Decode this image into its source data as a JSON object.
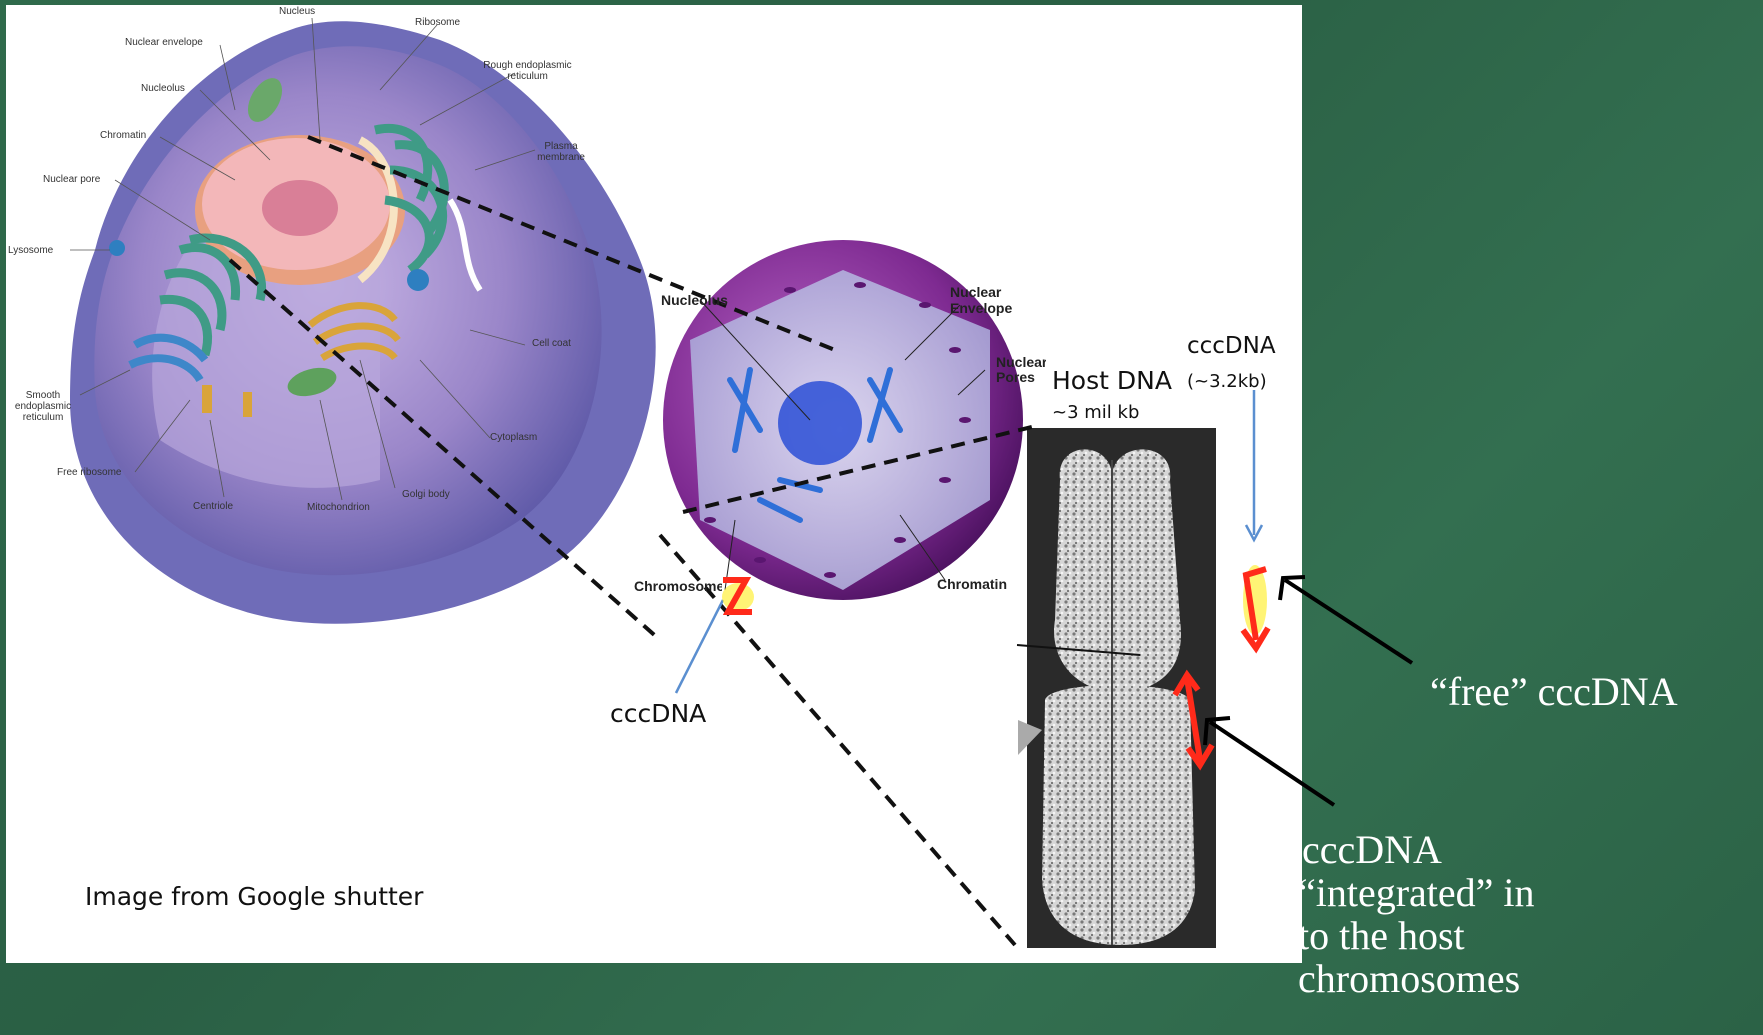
{
  "cell_labels": {
    "nucleus": "Nucleus",
    "ribosome": "Ribosome",
    "nuclear_envelope": "Nuclear envelope",
    "rough_er": "Rough endoplasmic reticulum",
    "nucleolus": "Nucleolus",
    "chromatin": "Chromatin",
    "plasma_membrane": "Plasma membrane",
    "nuclear_pore": "Nuclear pore",
    "lysosome": "Lysosome",
    "cell_coat": "Cell coat",
    "smooth_er": "Smooth endoplasmic reticulum",
    "cytoplasm": "Cytoplasm",
    "free_ribosome": "Free ribosome",
    "golgi_body": "Golgi body",
    "centriole": "Centriole",
    "mitochondrion": "Mitochondrion"
  },
  "nucleus_labels": {
    "nucleolus": "Nucleolus",
    "nuclear_envelope": "Nuclear Envelope",
    "nuclear_pores": "Nuclear Pores",
    "chromosome": "Chromosome",
    "chromatin": "Chromatin"
  },
  "annotations": {
    "cccdna_top": "cccDNA",
    "cccdna_size": "(~3.2kb)",
    "host_dna": "Host DNA",
    "host_dna_size": "~3 mil kb",
    "cccdna_left": "cccDNA",
    "credit": "Image from Google shutter"
  },
  "callouts": {
    "free_cccdna": "“free” cccDNA",
    "integrated_line1": "cccDNA",
    "integrated_line2": "“integrated” in",
    "integrated_line3": "to the host",
    "integrated_line4": "chromosomes"
  },
  "colors": {
    "background": "#2f6a4b",
    "panel": "#ffffff",
    "arrow_red": "#ff2a1a",
    "arrow_blue": "#5b8fd0",
    "cell_purple": "#8a72b8"
  }
}
